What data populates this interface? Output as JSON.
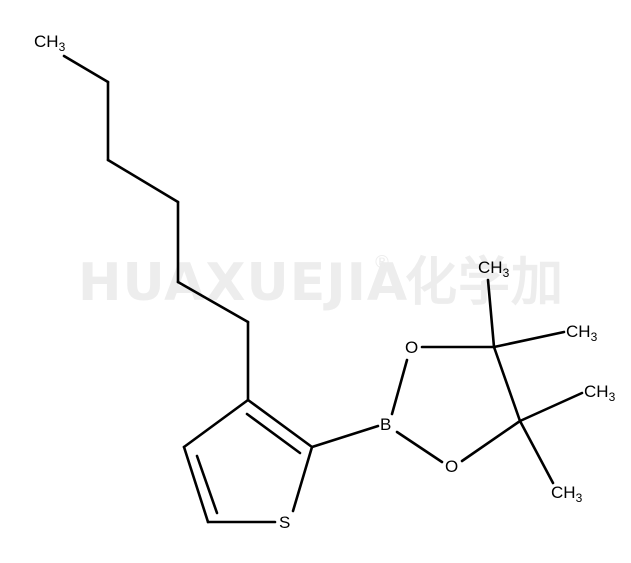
{
  "watermark": {
    "brand": "HUAXUEJIA",
    "registered": "®",
    "chinese": "化学加"
  },
  "atoms": {
    "s1": "S",
    "b1": "B",
    "o1": "O",
    "o2": "O",
    "methyl_hexyl": {
      "main": "CH",
      "sub": "3"
    },
    "methyl_a": {
      "main": "CH",
      "sub": "3"
    },
    "methyl_b": {
      "main": "CH",
      "sub": "3"
    },
    "methyl_c": {
      "main": "CH",
      "sub": "3"
    },
    "methyl_d": {
      "main": "CH",
      "sub": "3"
    }
  },
  "colors": {
    "bond": "#000000",
    "watermark": "#ededed"
  }
}
